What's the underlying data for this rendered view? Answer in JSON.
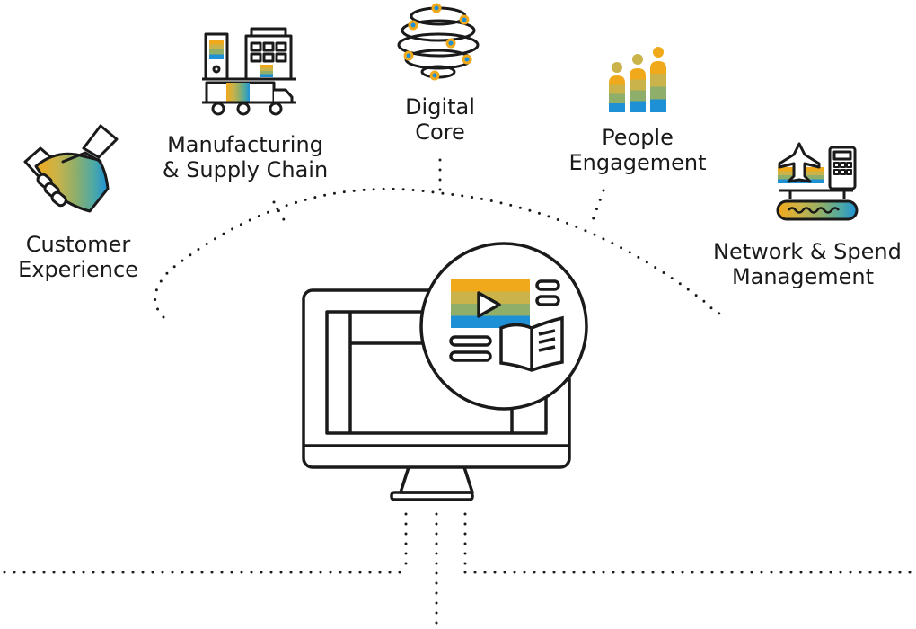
{
  "labels": {
    "customer": [
      "Customer",
      "Experience"
    ],
    "manufacturing": [
      "Manufacturing",
      "& Supply Chain"
    ],
    "digital": [
      "Digital",
      "Core"
    ],
    "people": [
      "People",
      "Engagement"
    ],
    "network": [
      "Network & Spend",
      "Management"
    ]
  },
  "colors": {
    "orange": "#f0a91b",
    "gold": "#c9b34a",
    "olive": "#8fae6a",
    "teal": "#4fa9a4",
    "blue": "#1e90d6",
    "dark": "#1a1a1a",
    "dots": "#1a1a1a"
  },
  "icons": {
    "customer": "handshake-icon",
    "manufacturing": "factory-truck-icon",
    "digital": "orbit-globe-icon",
    "people": "people-bars-icon",
    "network": "plane-calculator-icon",
    "center": "computer-monitor-icon",
    "learning": "video-book-icon"
  }
}
